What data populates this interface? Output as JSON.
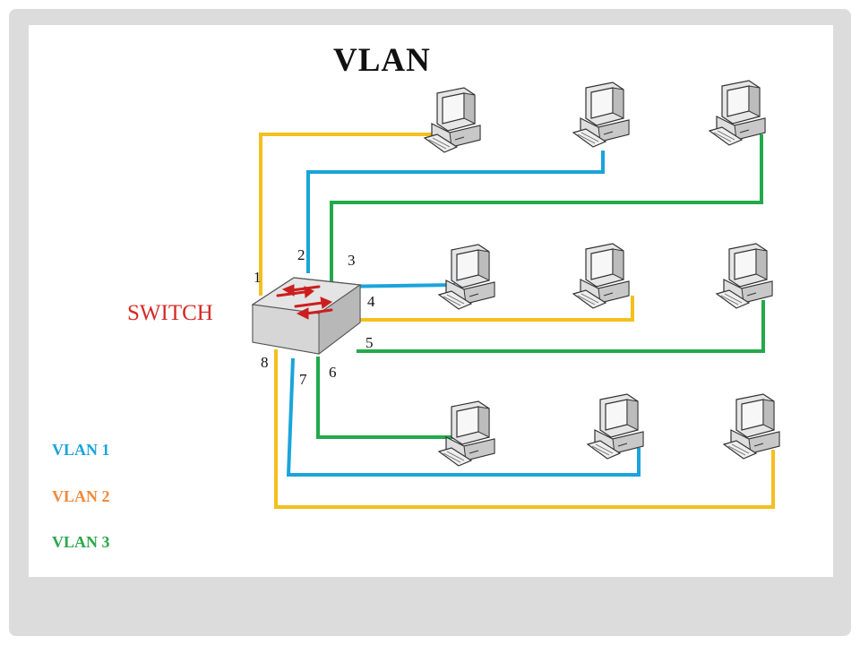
{
  "title": "VLAN",
  "switch_label": "SWITCH",
  "ports": [
    "1",
    "2",
    "3",
    "4",
    "5",
    "6",
    "7",
    "8"
  ],
  "legend": [
    {
      "label": "VLAN 1",
      "color": "#1aa4dc"
    },
    {
      "label": "VLAN 2",
      "color": "#f08a3c"
    },
    {
      "label": "VLAN 3",
      "color": "#2aa84a"
    }
  ],
  "colors": {
    "vlan1_line": "#1aa4dc",
    "vlan2_line": "#f5bf1e",
    "vlan3_line": "#22a94b",
    "switch_arrows": "#cc1e1e"
  }
}
